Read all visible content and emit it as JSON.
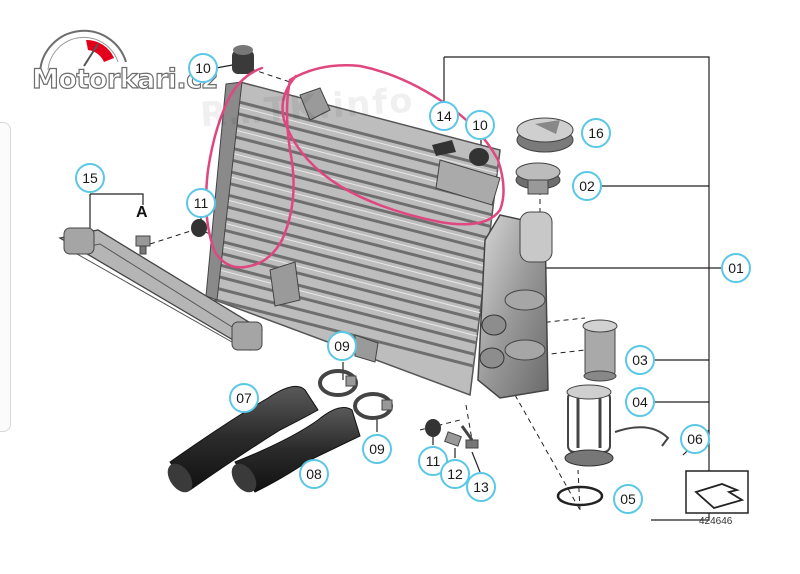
{
  "logo": {
    "text": "Motorkari.cz"
  },
  "watermark": {
    "text": "R…TK.info"
  },
  "detail_label": "A",
  "reference_number": "424646",
  "colors": {
    "callout_border": "#5bc7e6",
    "annotation_stroke": "#e0467f",
    "logo_red": "#e2001a"
  },
  "callouts": {
    "c10a": "10",
    "c10b": "10",
    "c14": "14",
    "c16": "16",
    "c15": "15",
    "c11a": "11",
    "c02": "02",
    "c01": "01",
    "c09a": "09",
    "c03": "03",
    "c07": "07",
    "c04": "04",
    "c06": "06",
    "c09b": "09",
    "c08": "08",
    "c11b": "11",
    "c12": "12",
    "c13": "13",
    "c05": "05"
  }
}
